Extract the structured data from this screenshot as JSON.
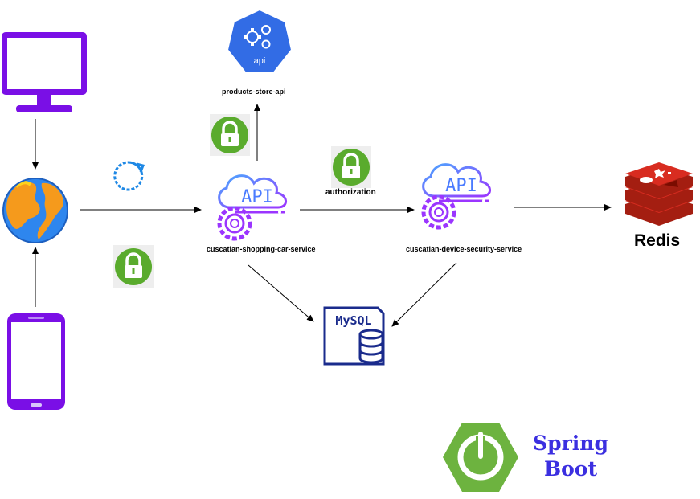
{
  "nodes": {
    "products_store_api": {
      "label": "products-store-api",
      "icon_text": "api"
    },
    "shopping_car_service": {
      "label": "cuscatlan-shopping-car-service",
      "icon_text": "API"
    },
    "device_security_service": {
      "label": "cuscatlan-device-security-service",
      "icon_text": "API"
    },
    "mysql": {
      "label": "MySQL"
    },
    "redis": {
      "label": "Redis"
    },
    "spring_boot": {
      "label": "Spring Boot"
    }
  },
  "edges": {
    "authorization_label": "authorization"
  },
  "icons": [
    "desktop-monitor-icon",
    "globe-browser-icon",
    "mobile-phone-icon",
    "refresh-icon",
    "padlock-icon",
    "kubernetes-api-icon",
    "api-gear-icon",
    "mysql-database-icon",
    "redis-icon",
    "spring-boot-power-icon"
  ],
  "colors": {
    "device_purple": "#7a0fe6",
    "api_purple": "#8a3ffc",
    "lock_green": "#5aab2d",
    "kube_blue": "#326ce5",
    "mysql_navy": "#1a2b8c",
    "redis_red": "#d82c20",
    "spring_green": "#6db33f",
    "spring_text": "#3b2fe0"
  }
}
